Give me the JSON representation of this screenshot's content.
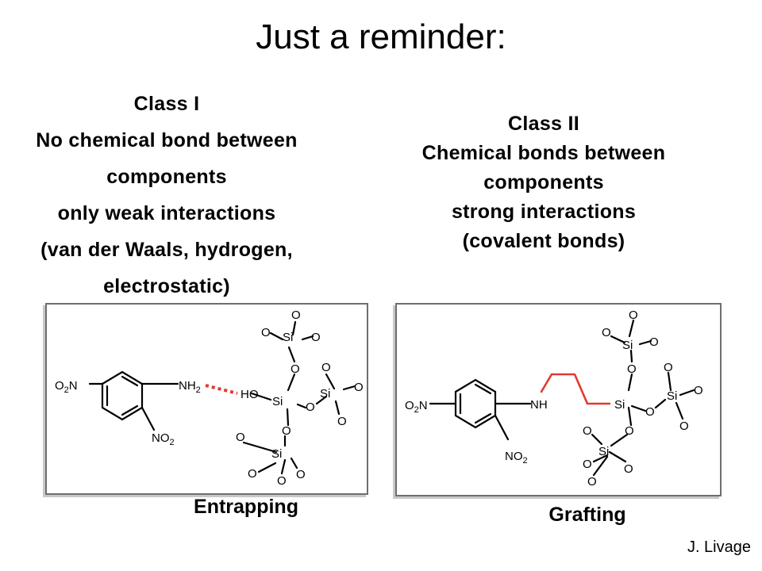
{
  "slide": {
    "title": "Just a reminder:",
    "class1": {
      "lines": [
        "Class I",
        "No chemical bond between",
        "components",
        "only weak interactions",
        "(van der Waals, hydrogen,",
        "electrostatic)"
      ]
    },
    "class2": {
      "lines": [
        "Class II",
        "Chemical bonds between",
        "components",
        "strong interactions",
        "(covalent bonds)"
      ]
    },
    "left_panel": {
      "caption": "Entrapping",
      "labels": {
        "o2n_main": "O",
        "o2n_sub": "2",
        "o2n_n": "N",
        "nh2_main": "NH",
        "nh2_sub": "2",
        "no2_main": "NO",
        "no2_sub": "2",
        "ho": "HO",
        "si": "Si",
        "o": "O"
      }
    },
    "right_panel": {
      "caption": "Grafting",
      "labels": {
        "o2n_main": "O",
        "o2n_sub": "2",
        "o2n_n": "N",
        "nh": "NH",
        "no2_main": "NO",
        "no2_sub": "2",
        "si": "Si",
        "o": "O"
      }
    },
    "credit": "J. Livage",
    "colors": {
      "bond_highlight": "#e03a2f",
      "panel_border": "#6e6e6e",
      "text": "#000000"
    }
  }
}
